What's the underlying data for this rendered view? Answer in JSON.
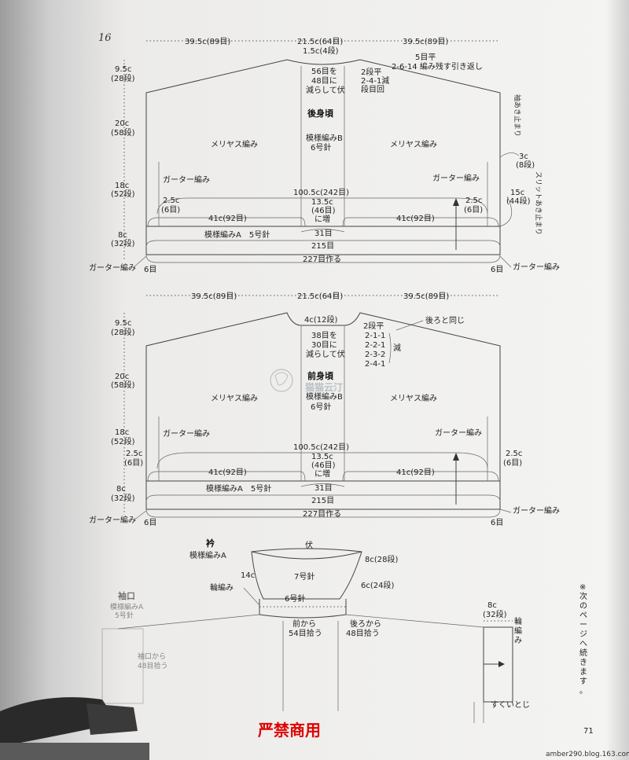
{
  "page_number": "16",
  "footer_page": "71",
  "blog": "amber290.blog.163.com",
  "warning": "严禁商用",
  "back": {
    "top_left": "39.5c(89目)",
    "top_center": "21.5c(64目)",
    "top_right": "39.5c(89目)",
    "neck_depth": "1.5c(4段)",
    "neck_bind": [
      "56目を",
      "48目に",
      "減らして伏"
    ],
    "right_notes": [
      "5目平",
      "2-6-14 編み残す引き返し"
    ],
    "neck_dec": [
      "2段平",
      "2-4-1減",
      "段目回"
    ],
    "h1": [
      "9.5c",
      "(28段)"
    ],
    "h2": [
      "20c",
      "(58段)"
    ],
    "h3": [
      "18c",
      "(52段)"
    ],
    "h4": [
      "8c",
      "(32段)"
    ],
    "title": "後身頃",
    "center_pattern": [
      "模様編みB",
      "6号針"
    ],
    "left_body": "メリヤス編み",
    "right_body": "メリヤス編み",
    "garter_l": "ガーター編み",
    "garter_r": "ガーター編み",
    "width_mid": "100.5c(242目)",
    "side_l": [
      "2.5c",
      "(6目)"
    ],
    "side_r": [
      "2.5c",
      "(6目)"
    ],
    "center_inc": [
      "13.5c",
      "(46目)",
      "に増"
    ],
    "w41_l": "41c(92目)",
    "w41_r": "41c(92目)",
    "rib": "模様編みA　5号針",
    "w31": "31目",
    "w215": "215目",
    "w227": "227目作る",
    "six_l": "6目",
    "six_r": "6目",
    "garter_bl": "ガーター編み",
    "garter_br": "ガーター編み",
    "sleeve_open": "袖あき止まり",
    "slit_h": [
      "3c",
      "(8段)"
    ],
    "slit_len": [
      "15c",
      "(44段)"
    ],
    "slit_stop": "スリットあき止まり"
  },
  "front": {
    "top_left": "39.5c(89目)",
    "top_center": "21.5c(64目)",
    "top_right": "39.5c(89目)",
    "neck_depth": "4c(12段)",
    "same_back": "後ろと同じ",
    "neck_bind": [
      "38目を",
      "30目に",
      "減らして伏"
    ],
    "neck_dec": [
      "2段平",
      "2-1-1",
      "2-2-1",
      "2-3-2",
      "2-4-1"
    ],
    "dec_word": "減",
    "h1": [
      "9.5c",
      "(28段)"
    ],
    "h2": [
      "20c",
      "(58段)"
    ],
    "h3": [
      "18c",
      "(52段)"
    ],
    "h4": [
      "8c",
      "(32段)"
    ],
    "h5": [
      "2.5c",
      "(6目)"
    ],
    "title": "前身頃",
    "center_pattern": [
      "模様編みB",
      "6号針"
    ],
    "left_body": "メリヤス編み",
    "right_body": "メリヤス編み",
    "garter_l": "ガーター編み",
    "garter_r": "ガーター編み",
    "width_mid": "100.5c(242目)",
    "side_r": [
      "2.5c",
      "(6目)"
    ],
    "center_inc": [
      "13.5c",
      "(46目)",
      "に増"
    ],
    "w41_l": "41c(92目)",
    "w41_r": "41c(92目)",
    "rib": "模様編みA　5号針",
    "w31": "31目",
    "w215": "215目",
    "w227": "227目作る",
    "six_l": "6目",
    "six_r": "6目",
    "garter_bl": "ガーター編み",
    "garter_br": "ガーター編み"
  },
  "collar": {
    "title": "衿",
    "pattern": "模様編みA",
    "bind": "伏",
    "h_top": "8c(28段)",
    "h_left": "14c",
    "needle7": "7号針",
    "h_mid": "6c(24段)",
    "rib": "輪編み",
    "needle6": "6号針",
    "front_pick": [
      "前から",
      "54目拾う"
    ],
    "back_pick": [
      "後ろから",
      "48目拾う"
    ]
  },
  "cuff": {
    "title": "袖口",
    "pattern": [
      "模様編みA",
      "5号針"
    ],
    "pick": [
      "袖口から",
      "48目拾う"
    ]
  },
  "cuff_detail": {
    "w": [
      "8c",
      "(32段)"
    ],
    "rib": [
      "輪",
      "編",
      "み"
    ],
    "join": "すくいとじ"
  },
  "continued": [
    "※",
    "次",
    "の",
    "ペ",
    "ー",
    "ジ",
    "へ",
    "続",
    "き",
    "ま",
    "す",
    "。"
  ]
}
